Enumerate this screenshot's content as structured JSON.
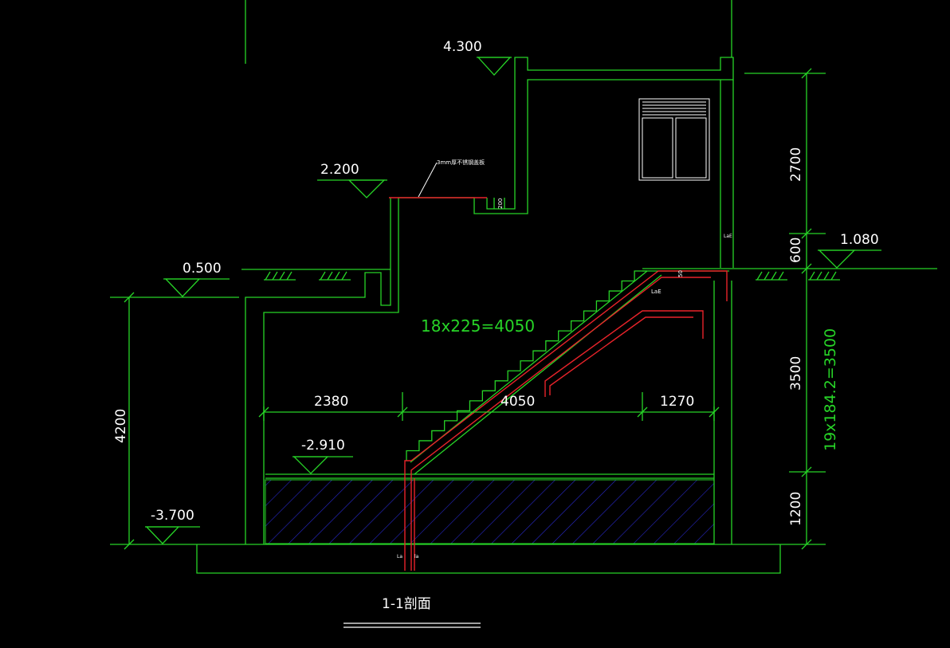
{
  "colors": {
    "background": "#000000",
    "wall": "#27d427",
    "rebar": "#e8232a",
    "fill": "#2828c8",
    "text_white": "#ffffff",
    "text_green": "#27d427"
  },
  "elevations": {
    "top": "4.300",
    "mezzanine": "2.200",
    "ground_left": "0.500",
    "ground_right": "1.080",
    "landing": "-2.910",
    "bottom": "-3.700"
  },
  "dimensions": {
    "left_height": "4200",
    "stair_formula": "18x225=4050",
    "plan_left": "2380",
    "plan_mid": "4050",
    "plan_right": "1270",
    "right_top": "2700",
    "right_600": "600",
    "right_3500": "3500",
    "right_1200": "1200",
    "riser_formula": "19x184.2=3500"
  },
  "annotations": {
    "mezzanine_note": "3mm厚不锈钢盖板",
    "lae_top": "LaE",
    "lae_mid": "LaE",
    "la_left": "La",
    "la_right": "la",
    "dim_200": "200",
    "dim_50": "50"
  },
  "section_title": "1-1剖面"
}
